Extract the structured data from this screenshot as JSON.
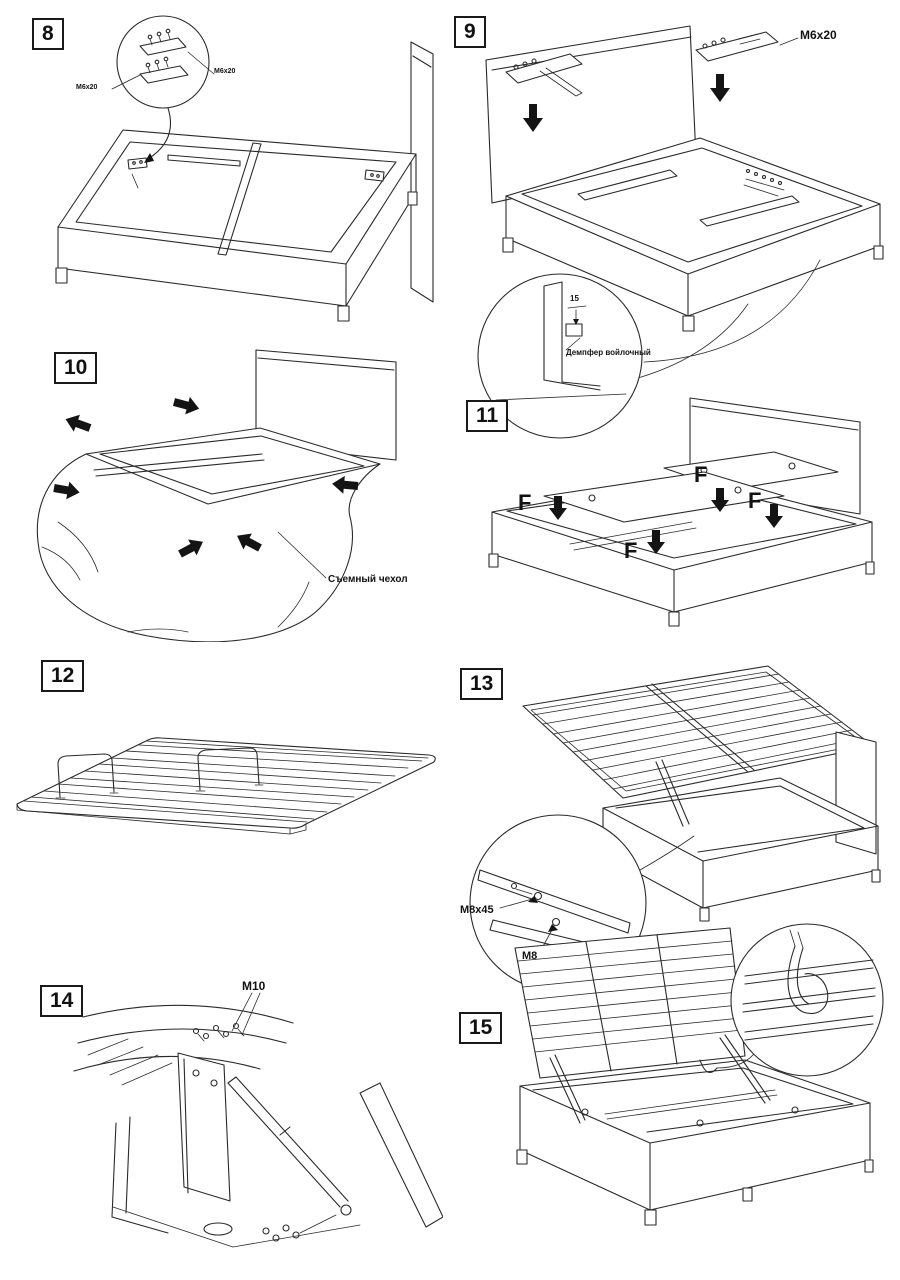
{
  "colors": {
    "line": "#2a2a2a",
    "background": "#ffffff"
  },
  "steps": {
    "s8": {
      "number": "8",
      "labels": {
        "m6x20_left": "M6x20",
        "m6x20_right": "M6x20"
      }
    },
    "s9": {
      "number": "9",
      "labels": {
        "m6x20": "M6x20",
        "dim15": "15",
        "damper": "Демпфер войлочный"
      }
    },
    "s10": {
      "number": "10",
      "labels": {
        "cover": "Съемный чехол"
      }
    },
    "s11": {
      "number": "11",
      "labels": {
        "f": "F"
      }
    },
    "s12": {
      "number": "12"
    },
    "s13": {
      "number": "13",
      "labels": {
        "m8x45": "M8x45",
        "m8": "M8"
      }
    },
    "s14": {
      "number": "14",
      "labels": {
        "m10": "M10"
      }
    },
    "s15": {
      "number": "15"
    }
  }
}
